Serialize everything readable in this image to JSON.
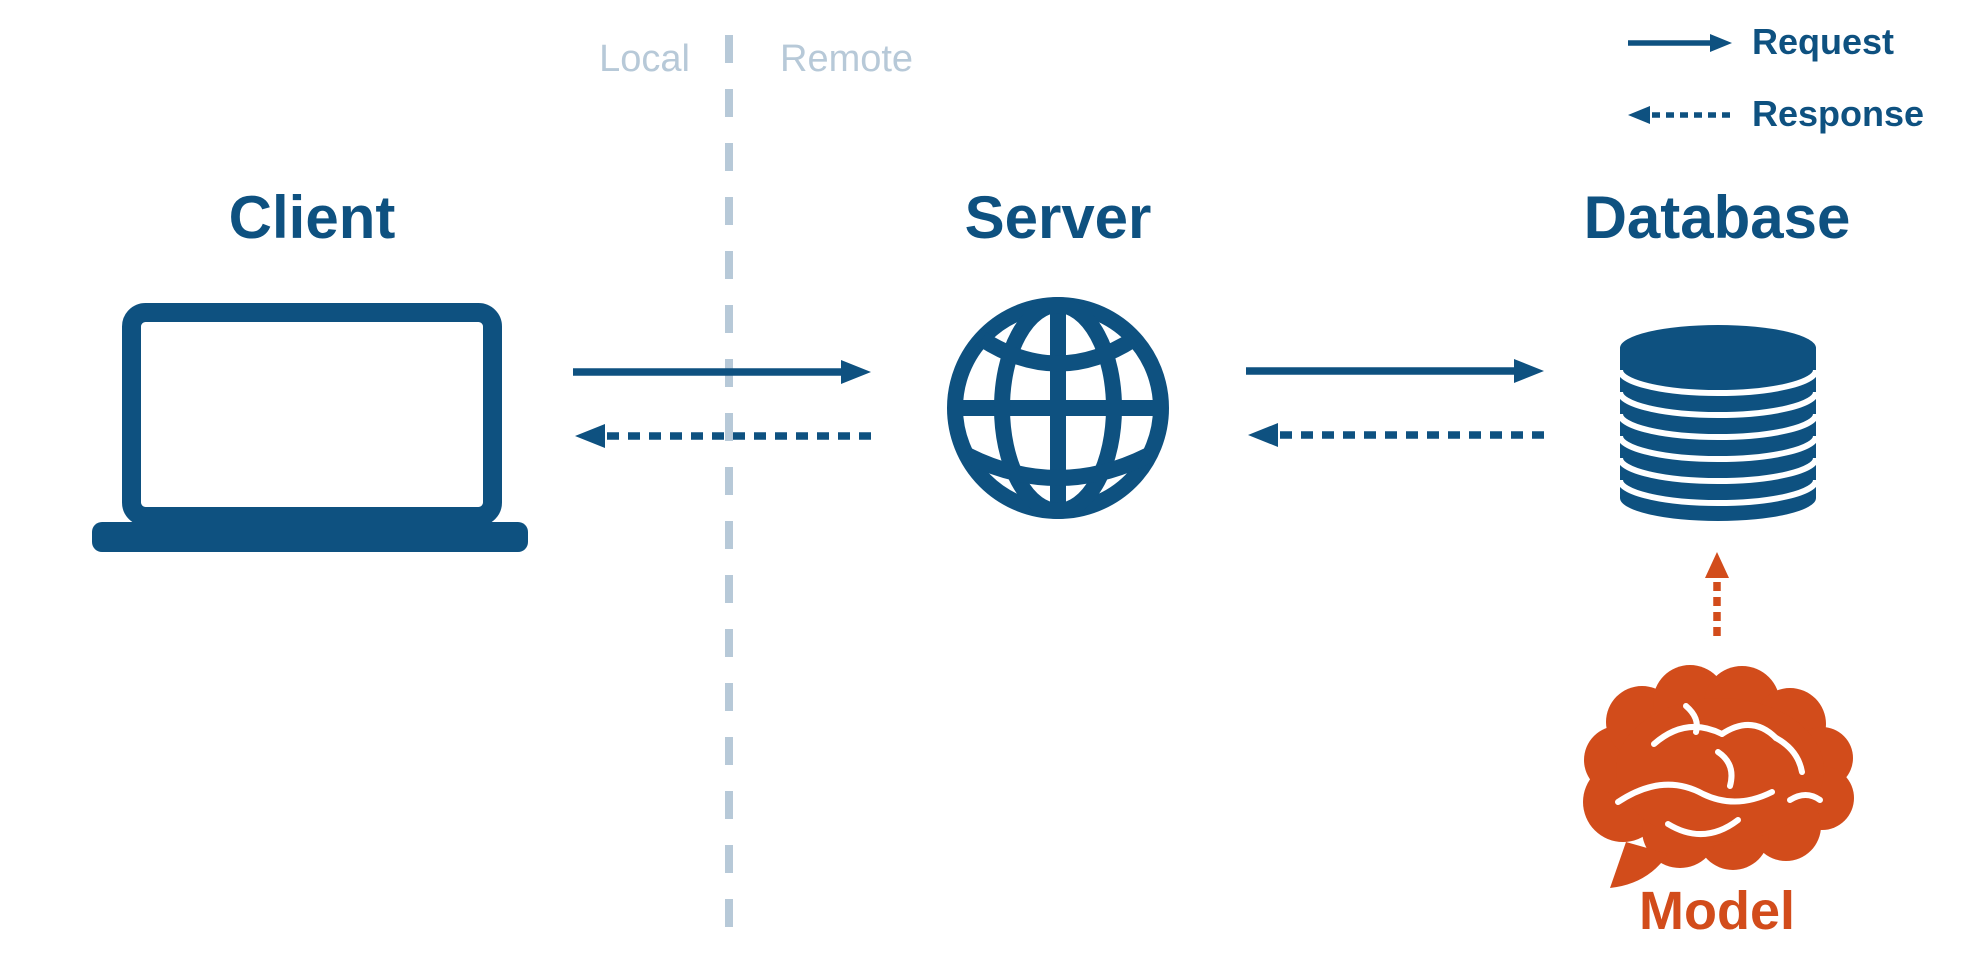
{
  "colors": {
    "primary": "#0e5180",
    "accent_orange": "#d24c1b",
    "muted_blue": "#b7c9d8",
    "background": "#ffffff"
  },
  "divider": {
    "left_zone": "Local",
    "right_zone": "Remote"
  },
  "legend": {
    "request": "Request",
    "response": "Response"
  },
  "nodes": {
    "client": {
      "label": "Client",
      "icon": "laptop-icon"
    },
    "server": {
      "label": "Server",
      "icon": "globe-icon"
    },
    "database": {
      "label": "Database",
      "icon": "database-icon"
    },
    "model": {
      "label": "Model",
      "icon": "brain-icon"
    }
  },
  "connections": [
    {
      "from": "client",
      "to": "server",
      "type": "request",
      "style": "solid",
      "color": "blue"
    },
    {
      "from": "server",
      "to": "client",
      "type": "response",
      "style": "dashed",
      "color": "blue"
    },
    {
      "from": "server",
      "to": "database",
      "type": "request",
      "style": "solid",
      "color": "blue"
    },
    {
      "from": "database",
      "to": "server",
      "type": "response",
      "style": "dashed",
      "color": "blue"
    },
    {
      "from": "model",
      "to": "database",
      "type": "response",
      "style": "dashed",
      "color": "orange"
    }
  ]
}
